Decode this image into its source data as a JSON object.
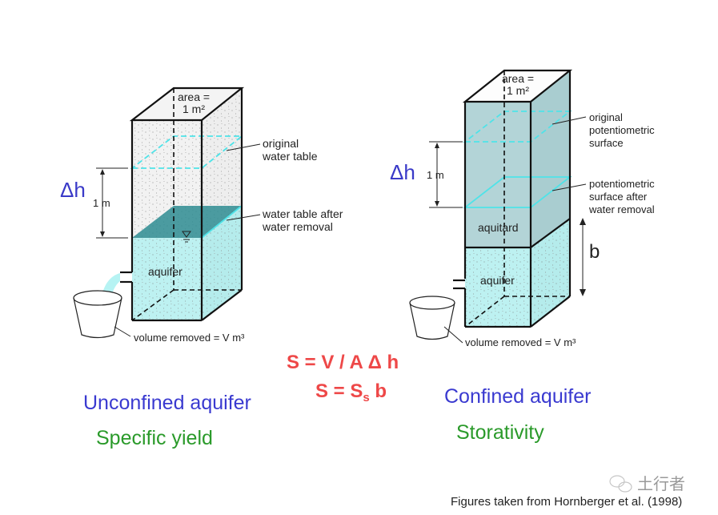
{
  "left_figure": {
    "area_label_1": "area =",
    "area_label_2": "1 m²",
    "original_label_1": "original",
    "original_label_2": "water table",
    "after_label_1": "water table after",
    "after_label_2": "water removal",
    "delta_h": "Δh",
    "height": "1 m",
    "layer": "aquifer",
    "volume_removed": "volume removed = V m³"
  },
  "right_figure": {
    "area_label_1": "area =",
    "area_label_2": "1 m²",
    "original_label_1": "original",
    "original_label_2": "potentiometric",
    "original_label_3": "surface",
    "after_label_1": "potentiometric",
    "after_label_2": "surface after",
    "after_label_3": "water removal",
    "delta_h": "Δh",
    "height": "1 m",
    "upper_layer": "aquitard",
    "lower_layer": "aquifer",
    "thickness": "b",
    "volume_removed": "volume removed = V m³"
  },
  "formulas": {
    "line1": "S = V / A Δ h",
    "line2_main": "S = S",
    "line2_sub": "s",
    "line2_end": " b"
  },
  "captions": {
    "left_title": "Unconfined aquifer",
    "left_subtitle": "Specific yield",
    "right_title": "Confined aquifer",
    "right_subtitle": "Storativity"
  },
  "credit": "Figures taken from Hornberger et al. (1998)",
  "watermark": "土行者",
  "colors": {
    "aquifer": "#bdf1f1",
    "aquitard": "#b3d4d7",
    "water_table": "#2e8c92",
    "blue_text": "#3a3ad0",
    "green_text": "#2a9a2a",
    "red_text": "#ee4848"
  }
}
